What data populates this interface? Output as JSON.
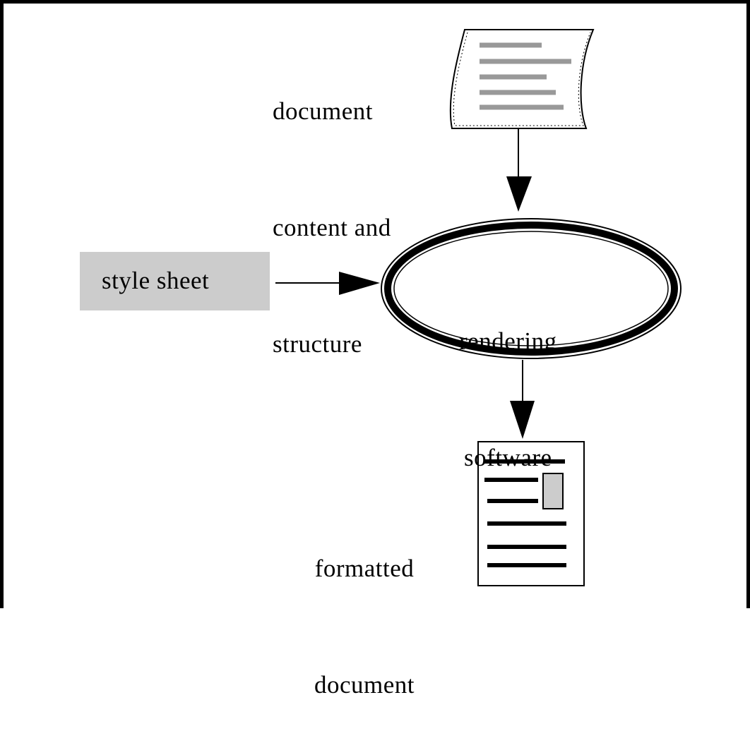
{
  "nodes": {
    "source": {
      "lines": [
        "document",
        "content and",
        "structure"
      ]
    },
    "style": {
      "label": "style sheet"
    },
    "process": {
      "lines": [
        "rendering",
        "software"
      ]
    },
    "output": {
      "lines": [
        "formatted",
        "document"
      ]
    }
  },
  "icons": {
    "source": "scroll-document-icon",
    "output": "formatted-page-icon"
  },
  "colors": {
    "stroke": "#000000",
    "style_box_fill": "#cccccc",
    "text_line_gray": "#999999",
    "image_placeholder": "#cccccc"
  }
}
